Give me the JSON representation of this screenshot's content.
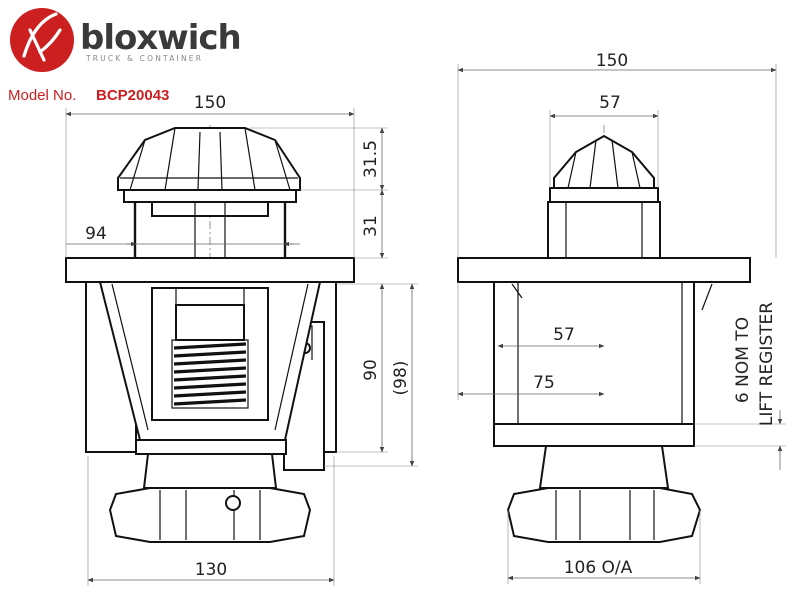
{
  "brand": {
    "name": "bloxwich",
    "tagline": "TRUCK & CONTAINER",
    "logo_color": "#cc1f1f"
  },
  "model": {
    "label": "Model No.",
    "value": "BCP20043"
  },
  "front_view": {
    "dim_width_top": "150",
    "dim_cap_height": "31.5",
    "dim_neck_height": "31",
    "dim_inner_width": "94",
    "dim_body_height": "90",
    "dim_body_height_ref": "(98)",
    "dim_base_width": "130"
  },
  "side_view": {
    "dim_width_top": "150",
    "dim_cap_width": "57",
    "dim_inner_57": "57",
    "dim_inner_75": "75",
    "lift_note_line1": "6 NOM TO",
    "lift_note_line2": "LIFT REGISTER",
    "dim_base_width": "106 O/A"
  }
}
